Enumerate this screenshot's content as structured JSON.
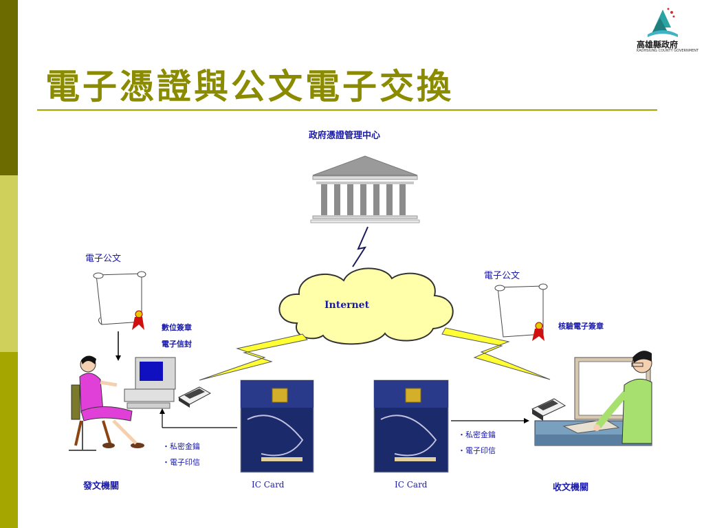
{
  "title": "電子憑證與公文電子交換",
  "logo": {
    "name": "高雄縣政府",
    "subtitle": "KAOHSIUNG COUNTY GOVERNMENT"
  },
  "center_label": "政府憑證管理中心",
  "internet_label": "Internet",
  "left_doc_label": "電子公文",
  "right_doc_label": "電子公文",
  "left_sign_lines": [
    "數位簽章",
    "電子信封"
  ],
  "right_sign_label": "核驗電子簽章",
  "left_key_lines": [
    "私密金鑰",
    "電子印信"
  ],
  "right_key_lines": [
    "私密金鑰",
    "電子印信"
  ],
  "card_labels": [
    "IC Card",
    "IC Card"
  ],
  "sender_label": "發文機關",
  "receiver_label": "收文機關",
  "colors": {
    "title": "#8b8b00",
    "label": "#1a1aa8",
    "cloud": "#ffffaa",
    "bolt": "#ffff33"
  }
}
